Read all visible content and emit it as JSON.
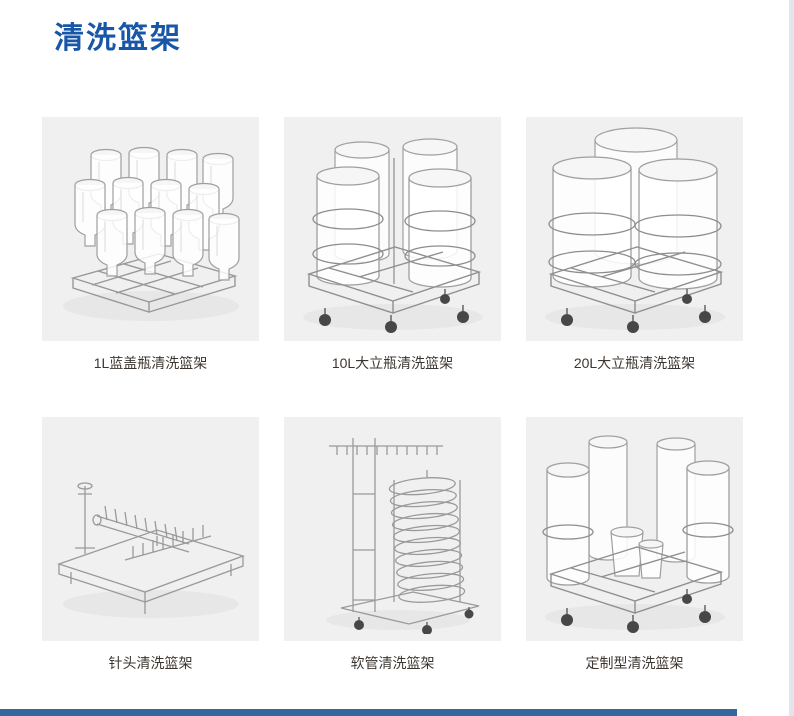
{
  "page": {
    "title": "清洗篮架"
  },
  "products": [
    {
      "name": "1L蓝盖瓶清洗篮架",
      "image": "rack-with-12-inverted-1L-blue-cap-bottles"
    },
    {
      "name": "10L大立瓶清洗篮架",
      "image": "wheeled-cart-with-4-large-10L-carboys"
    },
    {
      "name": "20L大立瓶清洗篮架",
      "image": "wheeled-cart-with-large-20L-carboys"
    },
    {
      "name": "针头清洗篮架",
      "image": "needle-manifold-washing-rack"
    },
    {
      "name": "软管清洗篮架",
      "image": "spiral-hose-washing-rack-with-hanger"
    },
    {
      "name": "定制型清洗篮架",
      "image": "custom-wheeled-rack-with-mixed-cylinders"
    }
  ],
  "colors": {
    "title_blue": "#1856a7",
    "card_background": "#f0f0f0",
    "caption_text": "#3d3630",
    "footer_bar_blue": "#36679c",
    "scrollbar_track": "#e4e4ee",
    "line_art_gray": "#9f9f9f",
    "wheel_dark": "#474747"
  }
}
